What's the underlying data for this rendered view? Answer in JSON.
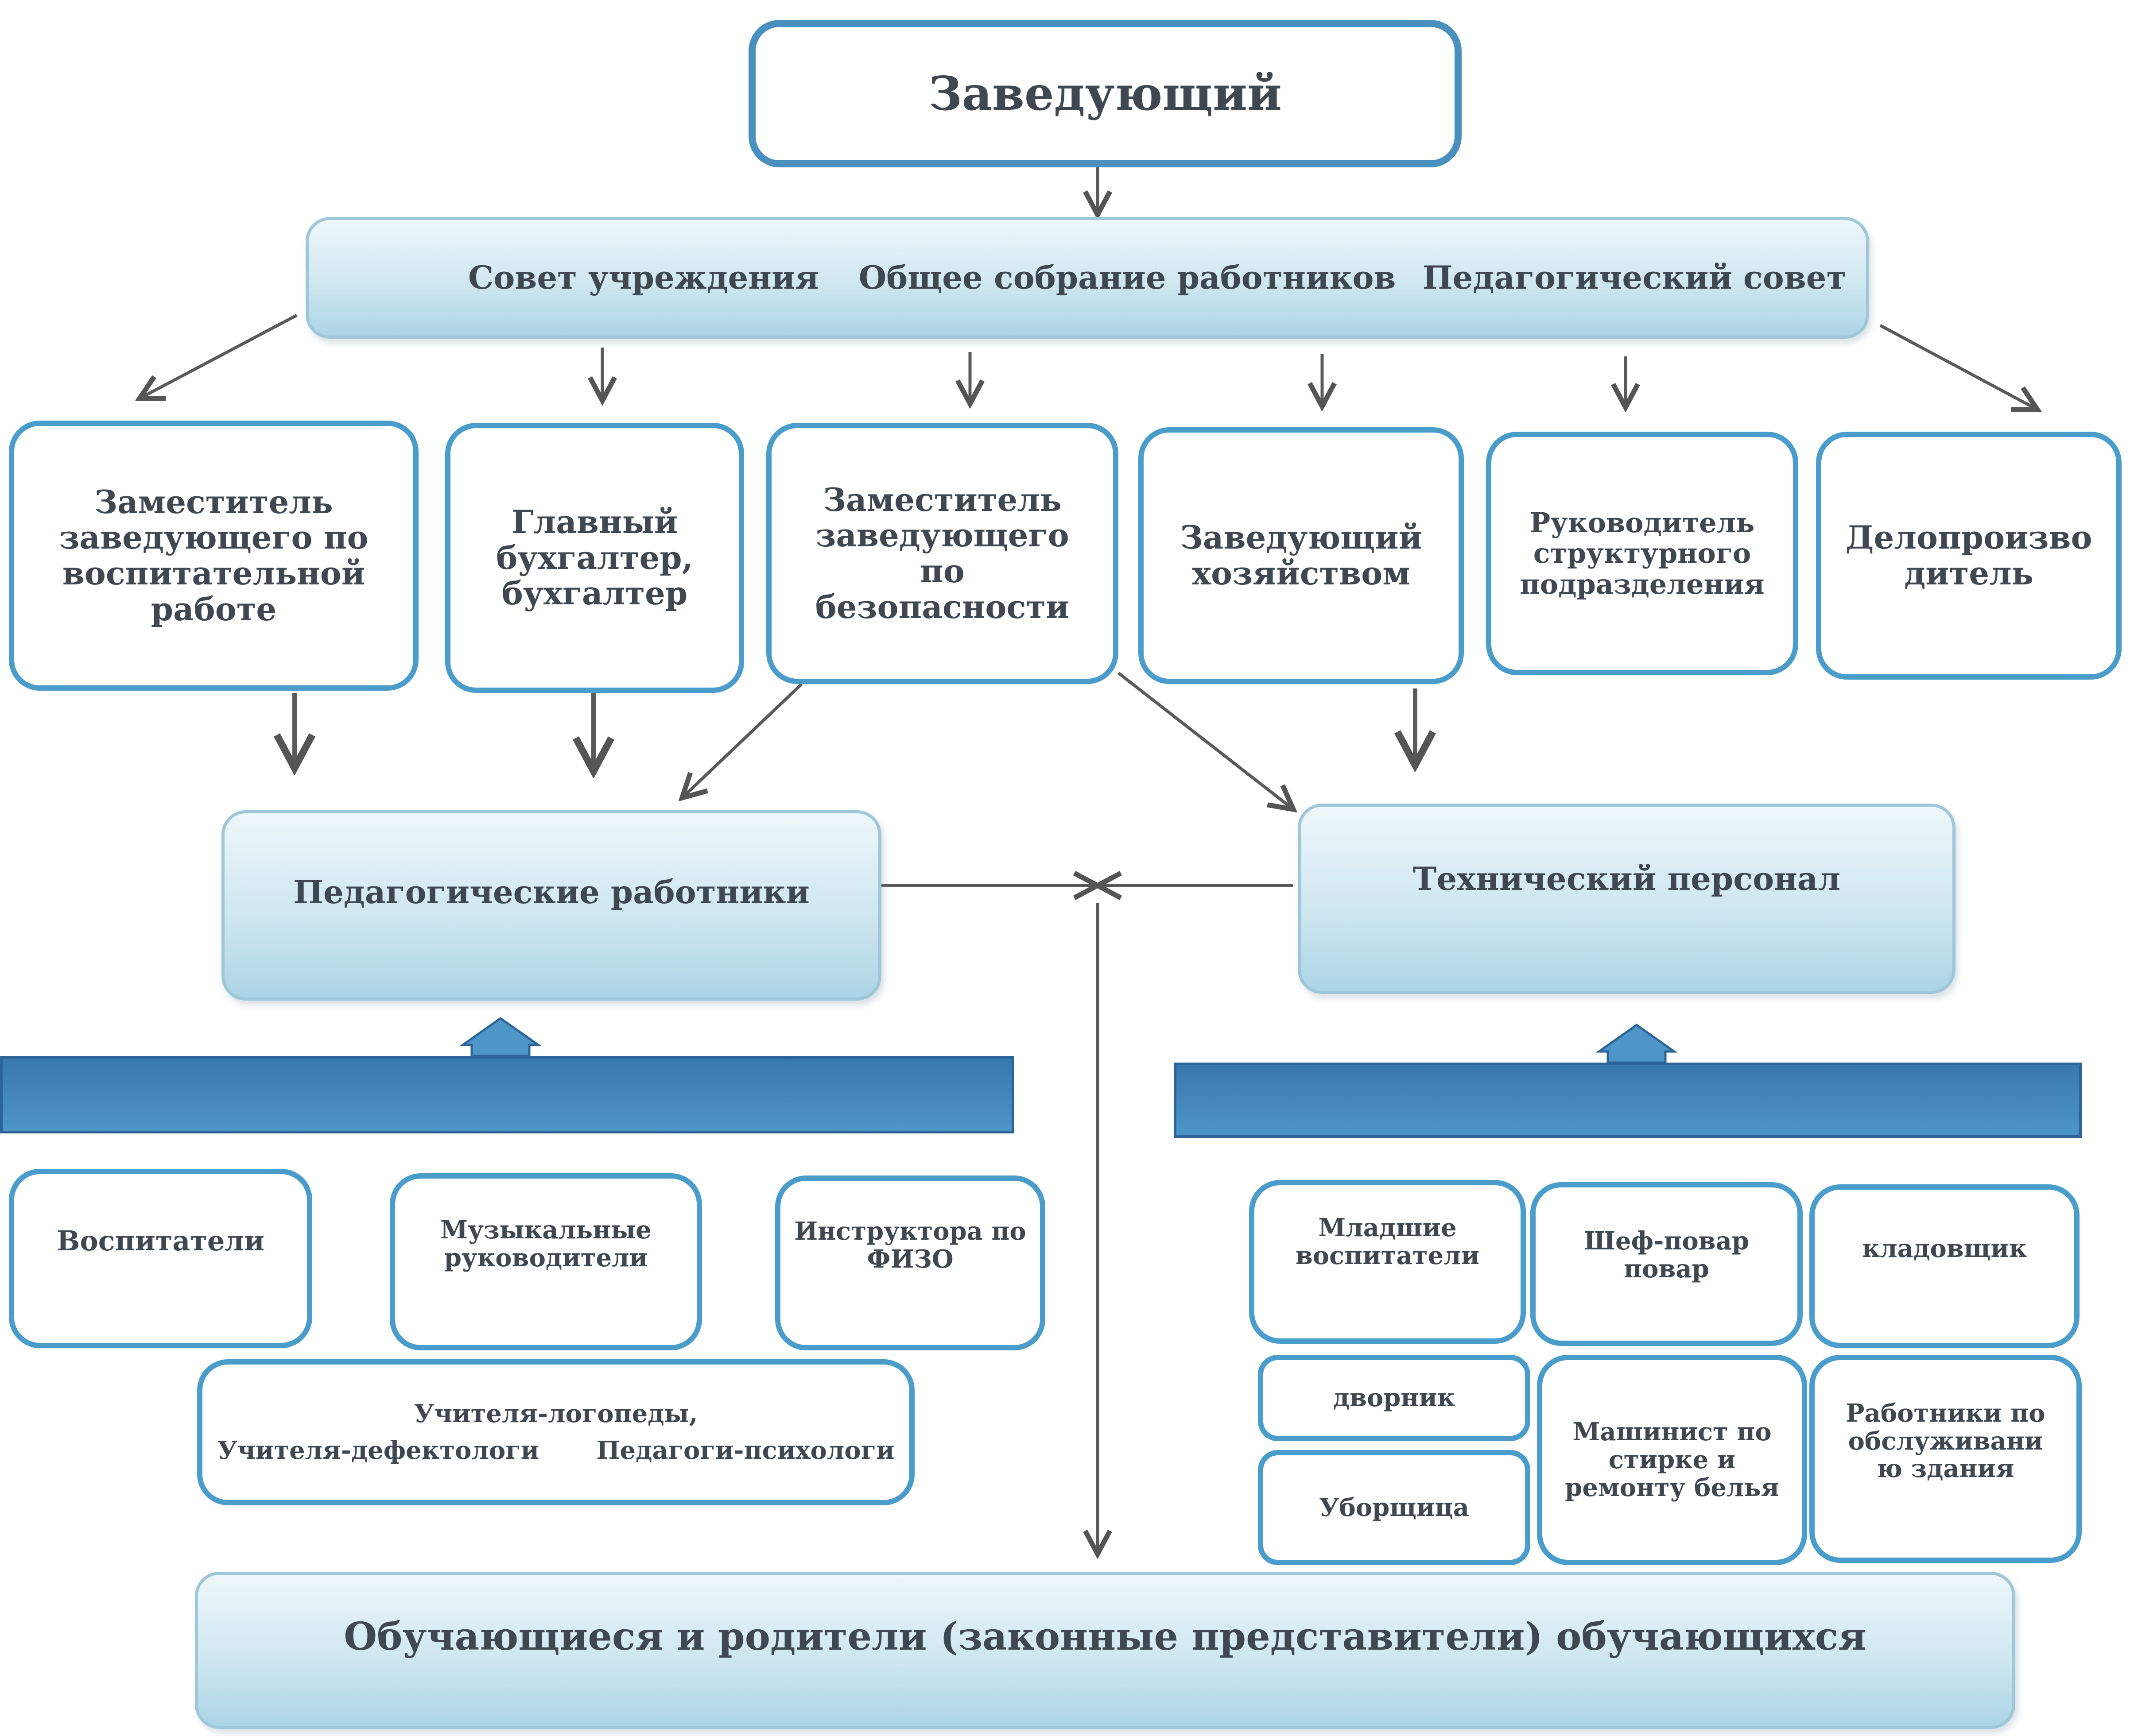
{
  "head": {
    "label": "Заведующий"
  },
  "council": {
    "items": [
      "Совет учреждения",
      "Общее собрание работников",
      "Педагогический совет"
    ]
  },
  "deputies": [
    {
      "label": "Заместитель заведующего по воспитательной работе"
    },
    {
      "label": "Главный бухгалтер, бухгалтер"
    },
    {
      "label": "Заместитель заведующего по безопасности"
    },
    {
      "label": "Заведующий хозяйством"
    },
    {
      "label": "Руководитель структурного подразделения"
    },
    {
      "label": "Делопроизво дитель"
    }
  ],
  "groups": {
    "pedagogical": {
      "label": "Педагогические работники"
    },
    "technical": {
      "label": "Технический персонал"
    }
  },
  "pedagogical_staff": [
    {
      "label": "Воспитатели"
    },
    {
      "label": "Музыкальные руководители"
    },
    {
      "label": "Инструктора по ФИЗО"
    }
  ],
  "specialists": {
    "line1": "Учителя-логопеды,",
    "line2a": "Учителя-дефектологи",
    "line2b": "Педагоги-психологи"
  },
  "technical_staff": [
    {
      "label": "Младшие воспитатели"
    },
    {
      "label": "Шеф-повар повар"
    },
    {
      "label": "кладовщик"
    },
    {
      "label": "дворник"
    },
    {
      "label": "Уборщица"
    },
    {
      "label": "Машинист по стирке и ремонту белья"
    },
    {
      "label": "Работники по обслуживани ю здания"
    }
  ],
  "bottom": {
    "label": "Обучающиеся и родители (законные представители) обучающихся"
  },
  "colors": {
    "border_blue": "#4a9dcb",
    "band_blue": "#3f82b8",
    "gradient_light": "#eef7fa",
    "gradient_dark": "#acd5e6",
    "text": "#3f4850",
    "arrow": "#555555"
  }
}
